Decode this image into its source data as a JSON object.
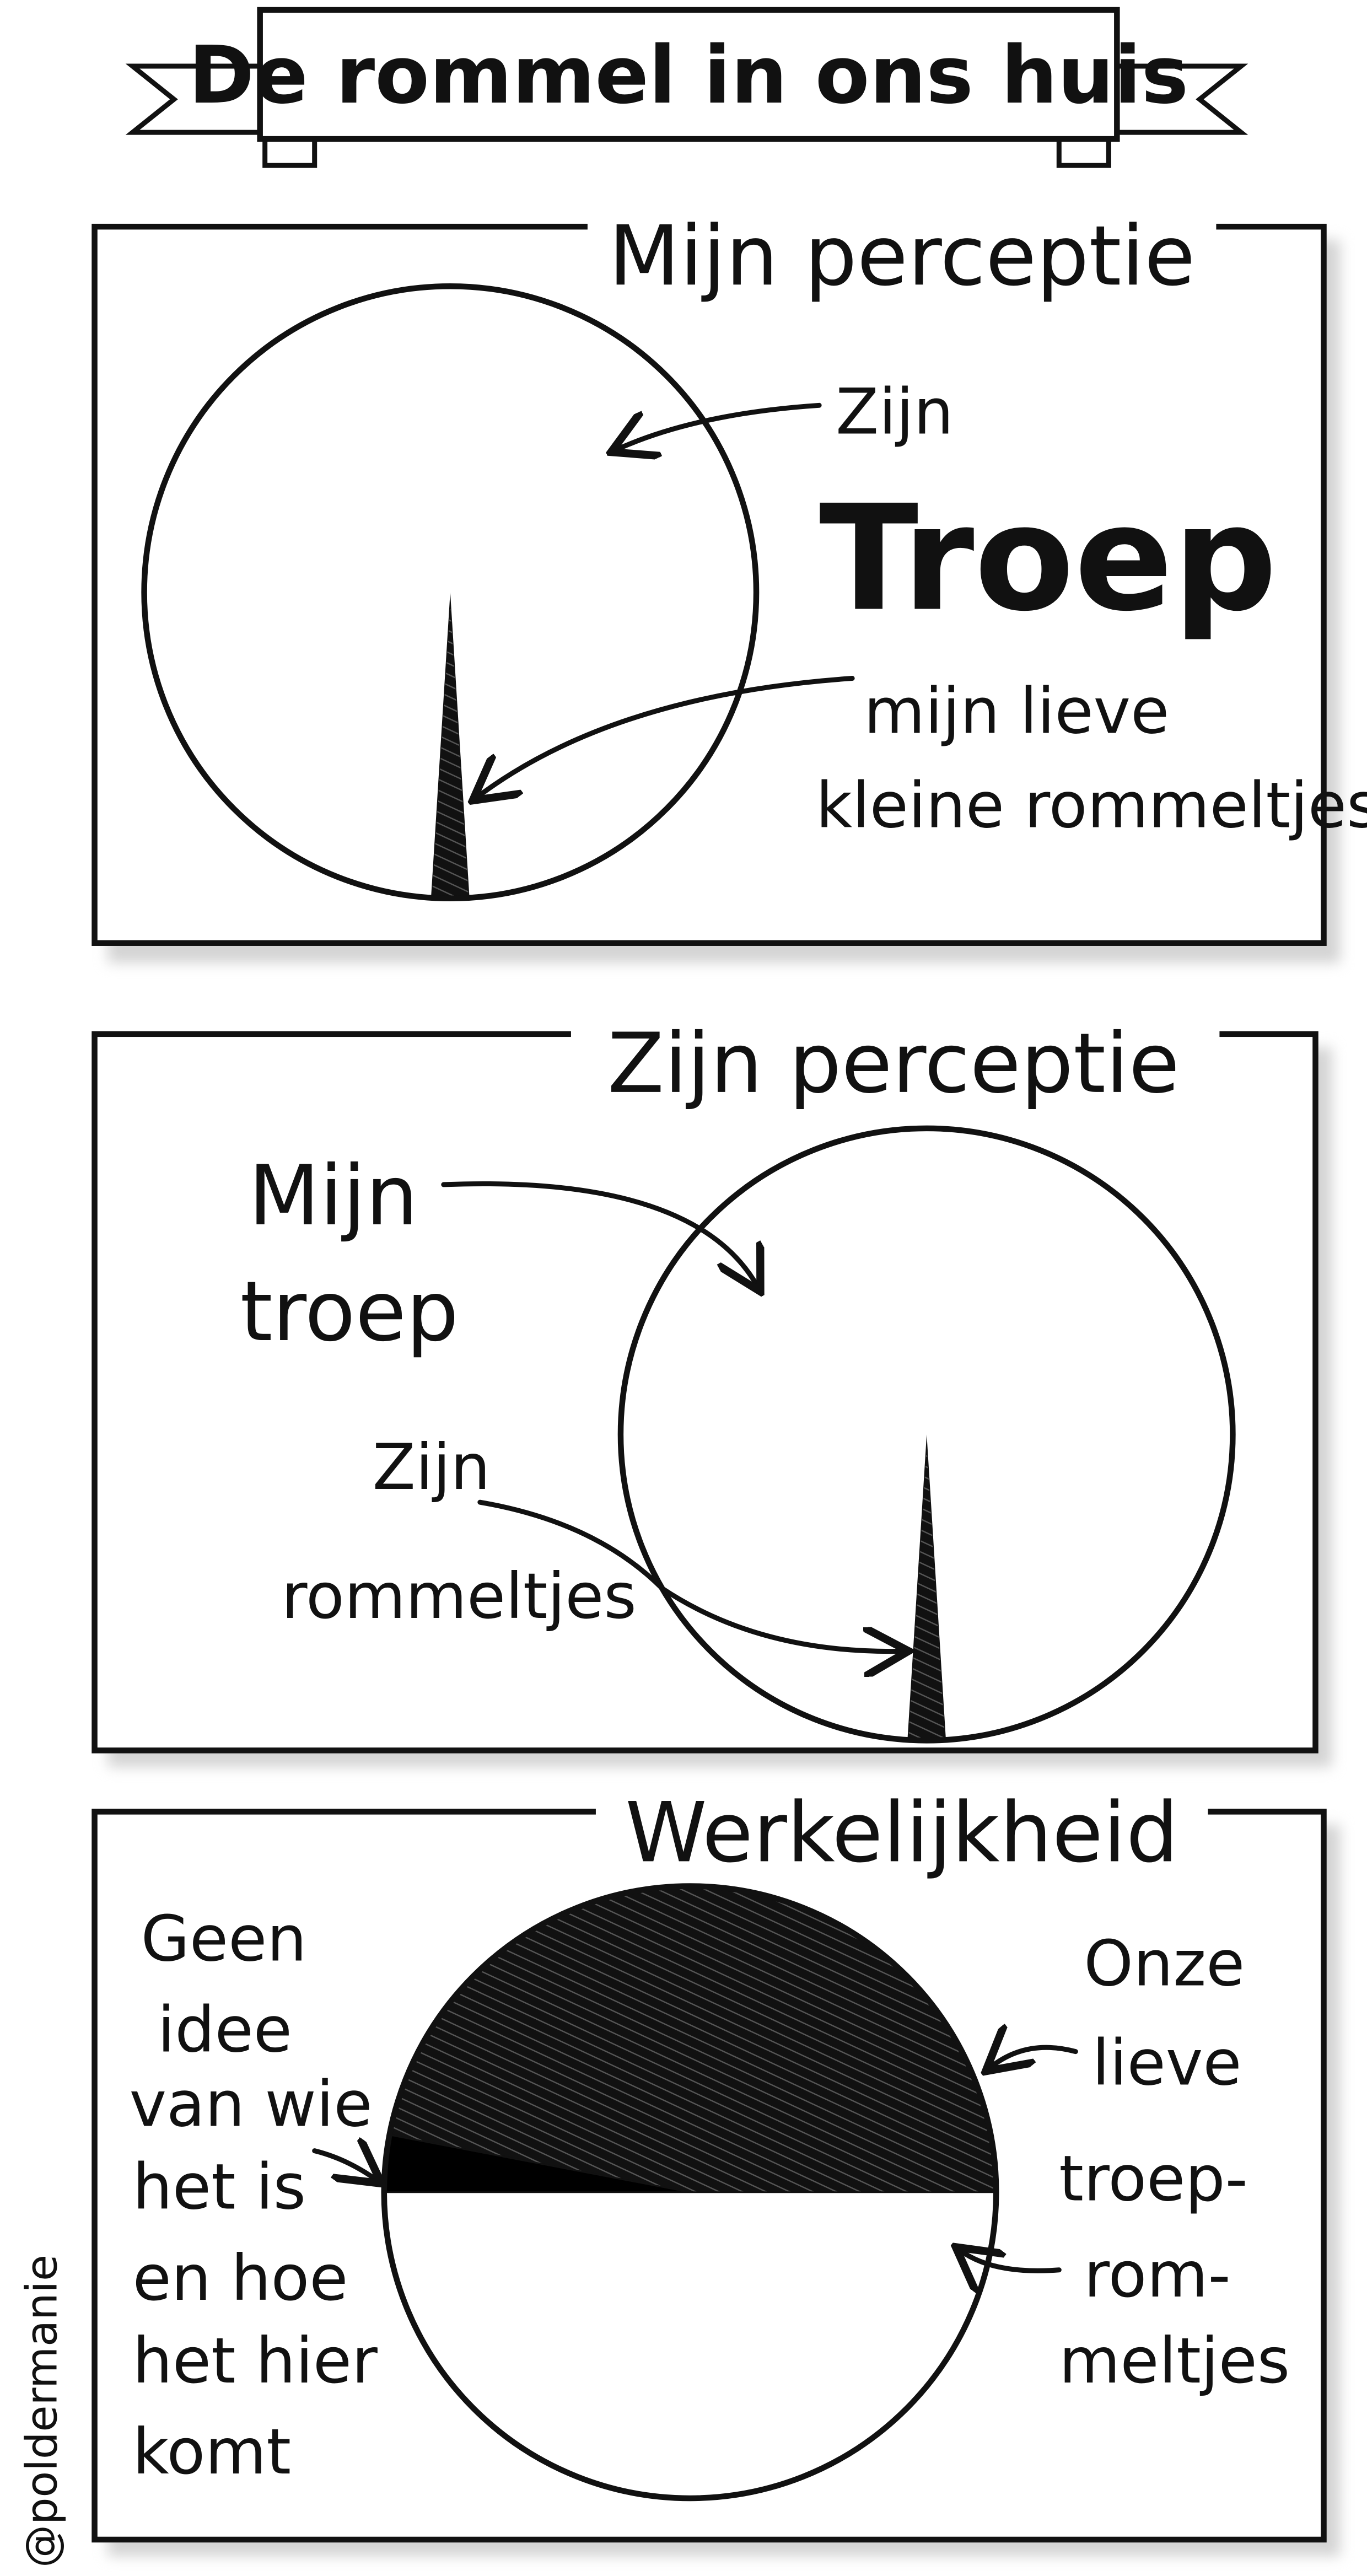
{
  "title": "De rommel in ons huis",
  "watermark": "@poldermanie",
  "colors": {
    "ink": "#111111",
    "paper": "#ffffff",
    "shadow": "#d4d4d4"
  },
  "panels": [
    {
      "heading": "Mijn perceptie",
      "labels": {
        "big_owner": "Zijn",
        "big_name": "Troep",
        "small_line1": "mijn lieve",
        "small_line2": "kleine rommeltjes"
      }
    },
    {
      "heading": "Zijn perceptie",
      "labels": {
        "big_line1": "Mijn",
        "big_line2": "troep",
        "small_line1": "Zijn",
        "small_line2": "rommeltjes"
      }
    },
    {
      "heading": "Werkelijkheid",
      "labels": {
        "left": [
          "Geen",
          "idee",
          "van wie",
          "het is",
          "en hoe",
          "het hier",
          "komt"
        ],
        "right": [
          "Onze",
          "lieve",
          "troep-",
          "rom-",
          "meltjes"
        ]
      }
    }
  ],
  "chart_data": [
    {
      "type": "pie",
      "title": "Mijn perceptie",
      "slices": [
        {
          "name": "Zijn Troep",
          "value": 98,
          "fill": "#ffffff"
        },
        {
          "name": "mijn lieve kleine rommeltjes",
          "value": 2,
          "fill": "#333333"
        }
      ]
    },
    {
      "type": "pie",
      "title": "Zijn perceptie",
      "slices": [
        {
          "name": "Mijn troep",
          "value": 98,
          "fill": "#ffffff"
        },
        {
          "name": "Zijn rommeltjes",
          "value": 2,
          "fill": "#333333"
        }
      ]
    },
    {
      "type": "pie",
      "title": "Werkelijkheid",
      "slices": [
        {
          "name": "Onze lieve troep-rommeltjes (onderste helft)",
          "value": 50,
          "fill": "#ffffff"
        },
        {
          "name": "Geen idee van wie het is en hoe het hier komt",
          "value": 3,
          "fill": "#000000"
        },
        {
          "name": "Onze lieve troep-rommeltjes (bovenste helft)",
          "value": 47,
          "fill": "#1a1a1a"
        }
      ]
    }
  ]
}
